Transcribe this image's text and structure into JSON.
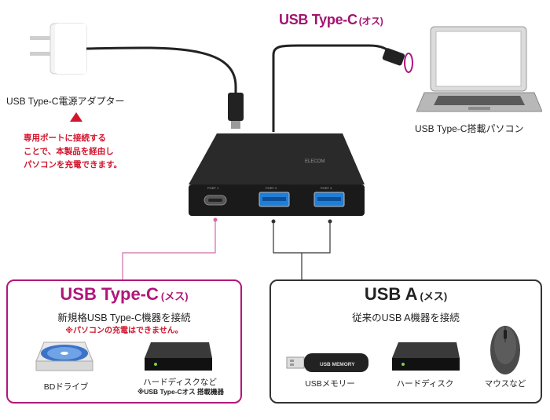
{
  "top": {
    "adapter_label": "USB Type-C電源アダプター",
    "note_lines": [
      "専用ポートに接続する",
      "ことで、本製品を経由し",
      "パソコンを充電できます。"
    ],
    "cable_label_main": "USB Type-C",
    "cable_label_sub": "(オス)",
    "laptop_label": "USB Type-C搭載パソコン"
  },
  "hub": {
    "brand": "ELECOM",
    "ports": [
      "PORT 1",
      "PORT 2",
      "PORT 3"
    ]
  },
  "left_box": {
    "title_main": "USB Type-C",
    "title_sub": "(メス)",
    "subtitle": "新規格USB Type-C機器を接続",
    "note": "※パソコンの充電はできません。",
    "items": [
      {
        "label": "BDドライブ",
        "icon": "bd-drive-icon"
      },
      {
        "label": "ハードディスクなど",
        "label2": "※USB Type-Cオス 搭載機器",
        "icon": "hard-disk-icon"
      }
    ]
  },
  "right_box": {
    "title_main": "USB A",
    "title_sub": "(メス)",
    "subtitle": "従来のUSB A機器を接続",
    "items": [
      {
        "label": "USBメモリー",
        "icon": "usb-memory-icon",
        "device_text": "USB MEMORY"
      },
      {
        "label": "ハードディスク",
        "icon": "hard-disk-icon"
      },
      {
        "label": "マウスなど",
        "icon": "mouse-icon"
      }
    ]
  },
  "colors": {
    "accent_magenta": "#b0177a",
    "note_red": "#d2142c",
    "port_blue": "#1f7fd8"
  }
}
